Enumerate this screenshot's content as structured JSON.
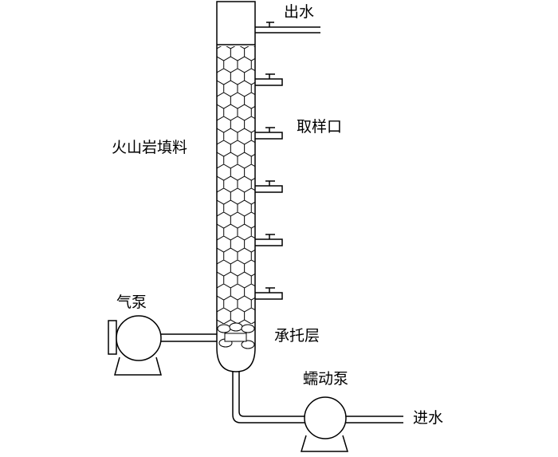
{
  "labels": {
    "water_out": "出水",
    "sampling_port": "取样口",
    "filler": "火山岩填料",
    "air_pump": "气泵",
    "support_layer": "承托层",
    "peristaltic_pump": "蠕动泵",
    "water_in": "进水"
  },
  "colors": {
    "line": "#000000",
    "background": "#ffffff"
  },
  "sampling_port_count": 5
}
